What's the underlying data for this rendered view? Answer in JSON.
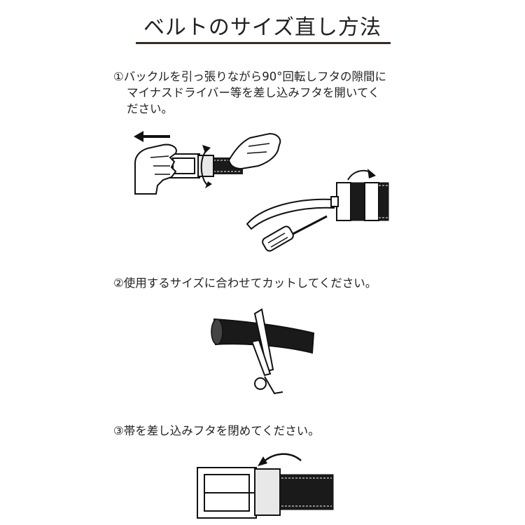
{
  "title": "ベルトのサイズ直し方法",
  "steps": [
    {
      "lines": [
        "①バックルを引っ張りながら90°回転しフタの隙間に",
        "マイナスドライバー等を差し込みフタを開いてく",
        "ださい。"
      ]
    },
    {
      "lines": [
        "②使用するサイズに合わせてカットしてください。"
      ]
    },
    {
      "lines": [
        "③帯を差し込みフタを閉めてください。"
      ]
    }
  ],
  "icons": [
    "left-arrow-icon",
    "rotate-arrow-icon",
    "hand-icon",
    "screwdriver-icon",
    "scissors-icon",
    "buckle-icon"
  ]
}
